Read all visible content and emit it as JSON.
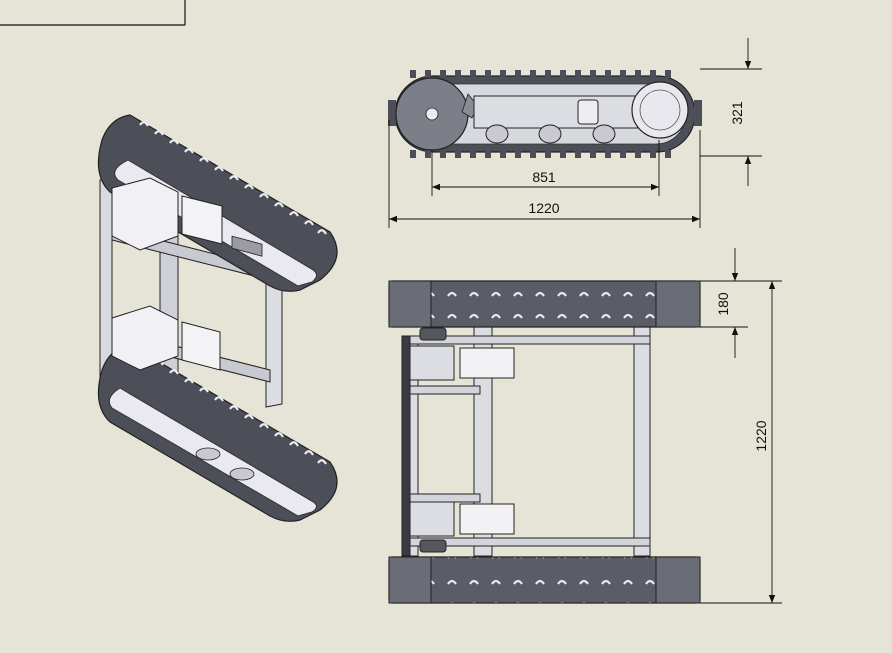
{
  "colors": {
    "background": "#e6e4d6",
    "track_dark": "#45464f",
    "track_mid": "#7a7c86",
    "metal_light": "#ededf2",
    "metal_mid": "#b8b9c0",
    "line": "#111111"
  },
  "dimensions": {
    "side_height": "321",
    "side_wheelbase": "851",
    "side_length": "1220",
    "top_track_width": "180",
    "top_overall_width": "1220"
  }
}
